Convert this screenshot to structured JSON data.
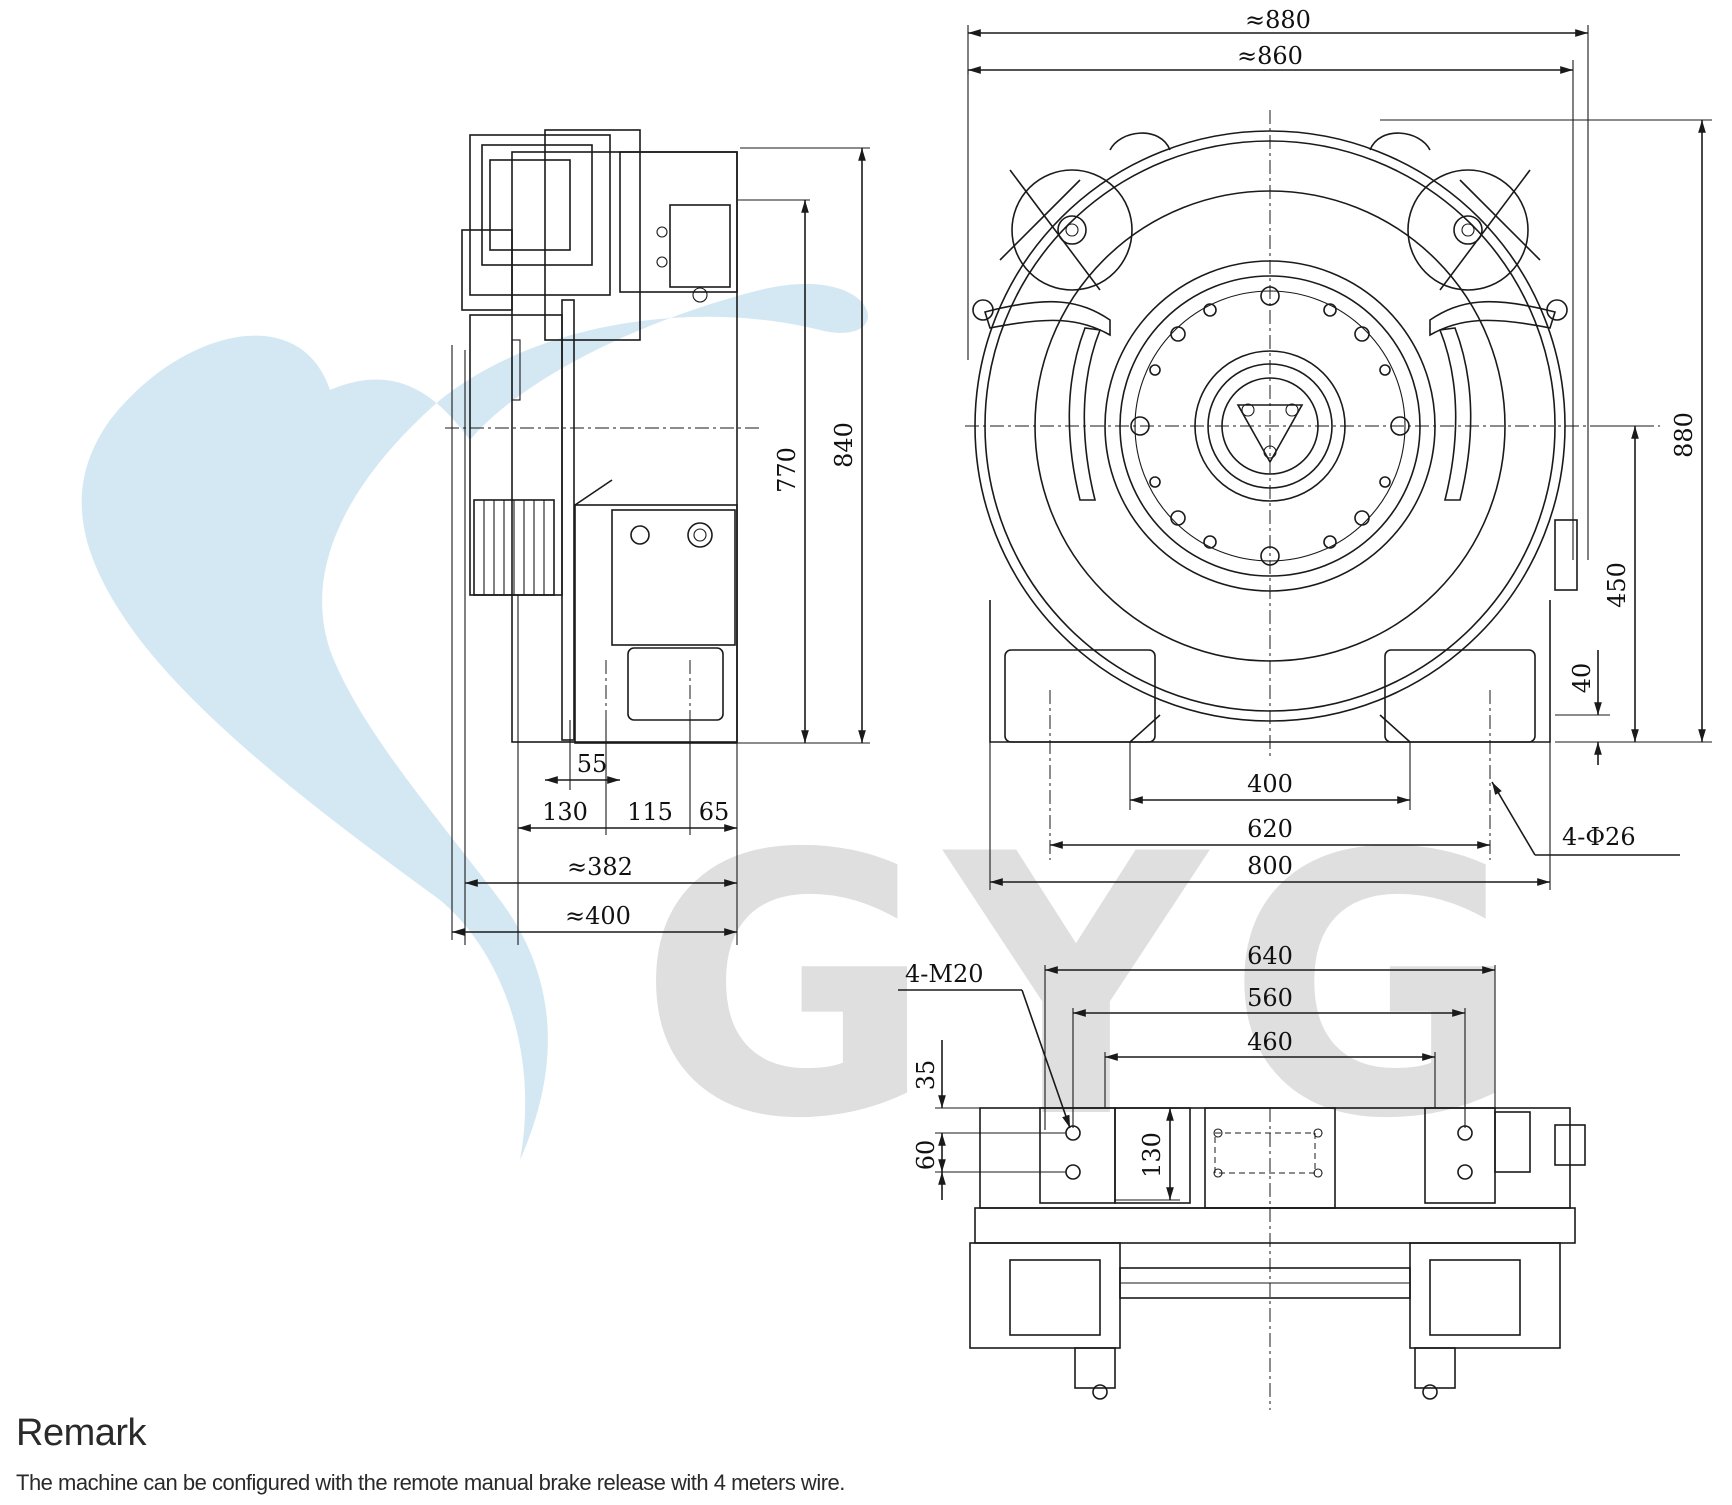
{
  "side_view": {
    "dims": {
      "d770": "770",
      "d840": "840",
      "d55": "55",
      "d130": "130",
      "d115": "115",
      "d65": "65",
      "d382": "≈382",
      "d400": "≈400"
    }
  },
  "front_view": {
    "dims": {
      "w880": "≈880",
      "w860": "≈860",
      "h880": "880",
      "h450": "450",
      "h40": "40",
      "b400": "400",
      "b620": "620",
      "b800": "800",
      "holes": "4-Φ26"
    }
  },
  "bottom_view": {
    "dims": {
      "b640": "640",
      "b560": "560",
      "b460": "460",
      "threads": "4-M20",
      "v35": "35",
      "v60": "60",
      "v130": "130"
    }
  },
  "watermark": {
    "letters": "GYG",
    "color": "#d3d3d3",
    "heart_color": "#cfe6f2"
  },
  "remark": {
    "title": "Remark",
    "text": "The machine can be configured with the remote manual brake release with 4 meters wire."
  }
}
